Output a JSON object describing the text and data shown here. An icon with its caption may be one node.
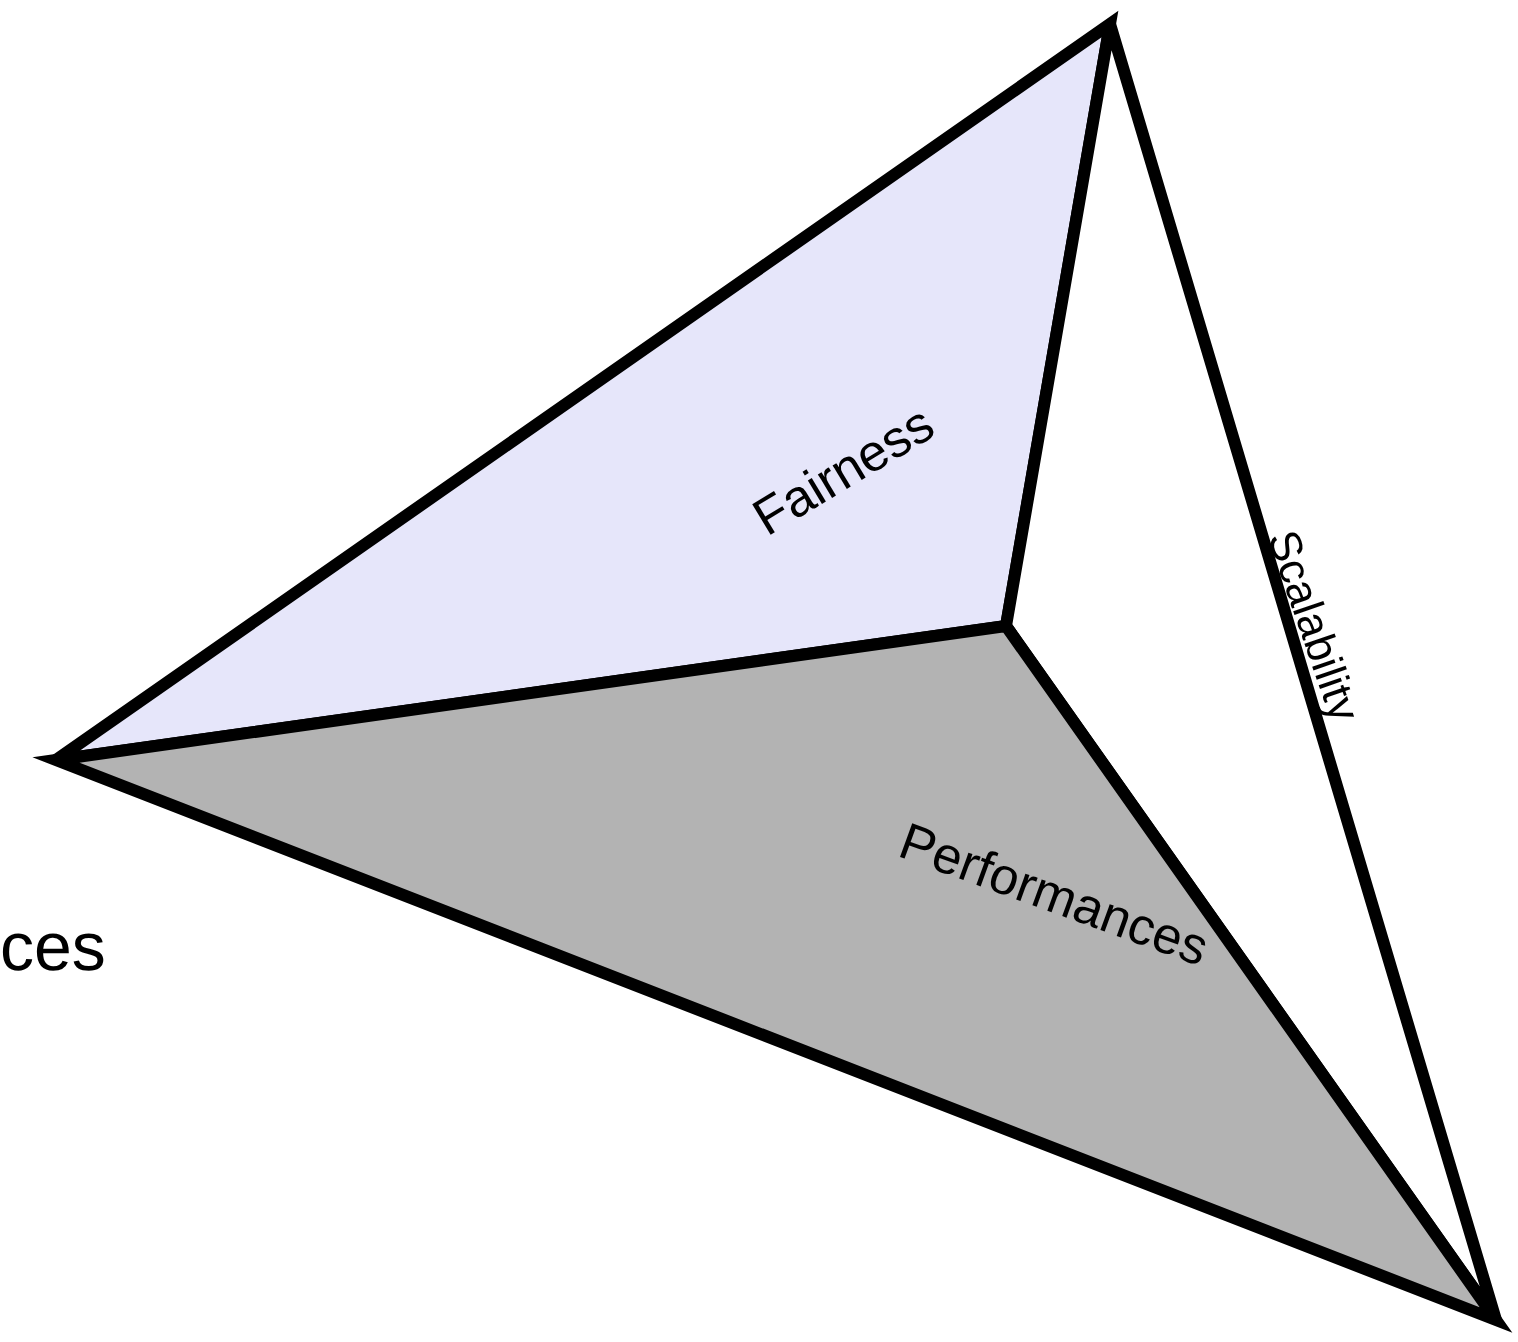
{
  "diagram": {
    "nodes": [
      {
        "text": [
          "Fairness"
        ]
      },
      {
        "text": [
          "Scalability"
        ]
      },
      {
        "text": [
          "Performances"
        ]
      }
    ],
    "labels": [
      "ces"
    ]
  }
}
